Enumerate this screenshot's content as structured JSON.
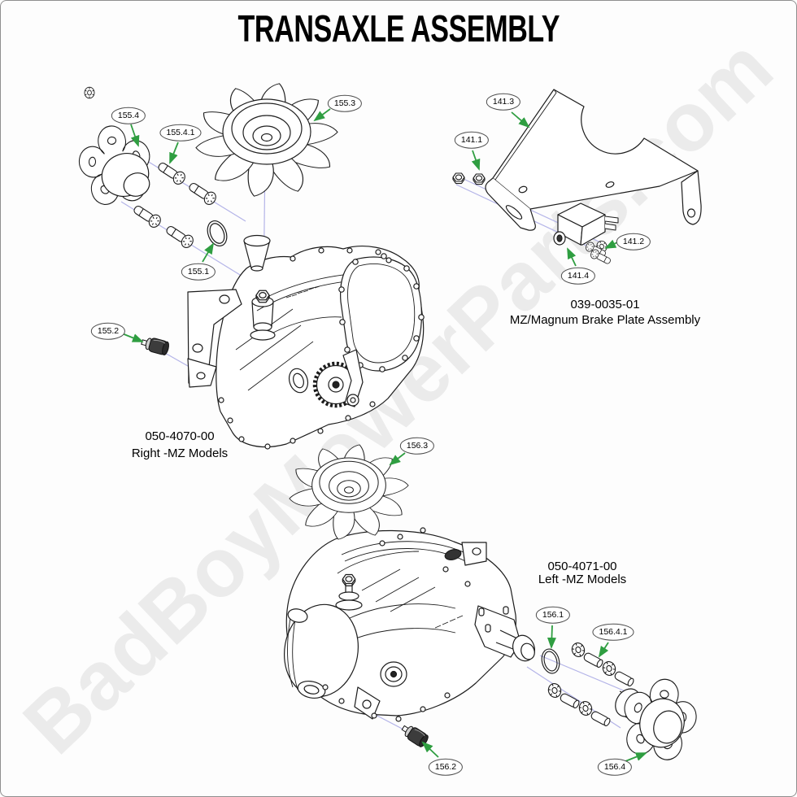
{
  "title": "TRANSAXLE ASSEMBLY",
  "watermark": "BadBoyMowerParts.com",
  "colors": {
    "callout_arrow_green": "#2f9e41",
    "guide_line_lavender": "#b4b4e8",
    "callout_border": "#4b4b4b",
    "watermark_gray": "#ebebeb",
    "line_art": "#1c1c1c"
  },
  "assemblies": {
    "brake_plate": {
      "part_number": "039-0035-01",
      "label": "MZ/Magnum Brake Plate Assembly"
    },
    "right_transaxle": {
      "part_number": "050-4070-00",
      "label": "Right -MZ Models"
    },
    "left_transaxle": {
      "part_number": "050-4071-00",
      "label": "Left -MZ Models"
    }
  },
  "callouts": {
    "c155_1": "155.1",
    "c155_2": "155.2",
    "c155_3": "155.3",
    "c155_4": "155.4",
    "c155_4_1": "155.4.1",
    "c141_1": "141.1",
    "c141_2": "141.2",
    "c141_3": "141.3",
    "c141_4": "141.4",
    "c156_1": "156.1",
    "c156_2": "156.2",
    "c156_3": "156.3",
    "c156_4": "156.4",
    "c156_4_1": "156.4.1"
  }
}
